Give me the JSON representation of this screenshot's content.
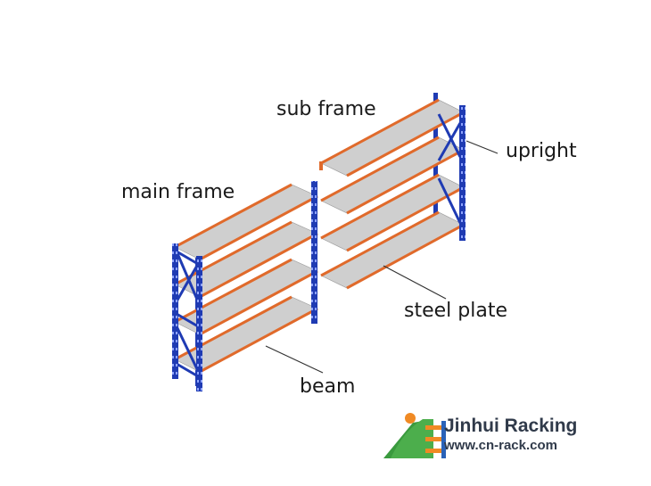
{
  "labels": {
    "sub_frame": "sub frame",
    "upright": "upright",
    "main_frame": "main frame",
    "steel_plate": "steel plate",
    "beam": "beam"
  },
  "brand": {
    "name": "Jinhui Racking",
    "url": "www.cn-rack.com"
  },
  "colors": {
    "upright": "#1f3bb3",
    "beam": "#e06a2b",
    "steel_plate": "#cfcfcf",
    "logo_green": "#3a9a3e",
    "logo_orange": "#f08a24",
    "logo_blue": "#2a62b8"
  },
  "icons": {
    "logo": "jinhui-racking-logo"
  }
}
